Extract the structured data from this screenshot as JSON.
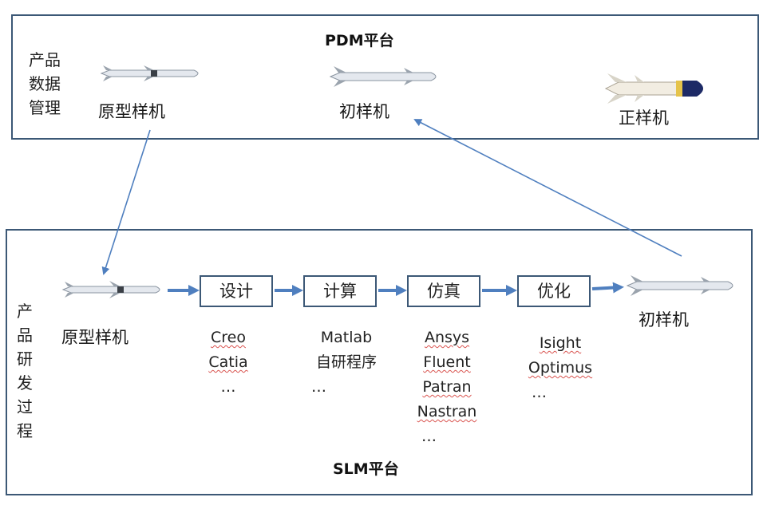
{
  "pdm": {
    "title": "PDM平台",
    "side_label": [
      "产品",
      "数据",
      "管理"
    ],
    "items": [
      "原型样机",
      "初样机",
      "正样机"
    ]
  },
  "slm": {
    "title": "SLM平台",
    "side_label": [
      "产",
      "品",
      "研",
      "发",
      "过",
      "程"
    ],
    "start_label": "原型样机",
    "end_label": "初样机",
    "steps": [
      {
        "label": "设计",
        "tools": [
          "Creo",
          "Catia",
          "…"
        ]
      },
      {
        "label": "计算",
        "tools": [
          "Matlab",
          "自研程序",
          "…"
        ]
      },
      {
        "label": "仿真",
        "tools": [
          "Ansys",
          "Fluent",
          "Patran",
          "Nastran",
          "…"
        ]
      },
      {
        "label": "优化",
        "tools": [
          "Isight",
          "Optimus",
          "…"
        ]
      }
    ]
  },
  "colors": {
    "border": "#3c5876",
    "arrow": "#4f7fbf",
    "missile_body": "#e4e8ee"
  }
}
